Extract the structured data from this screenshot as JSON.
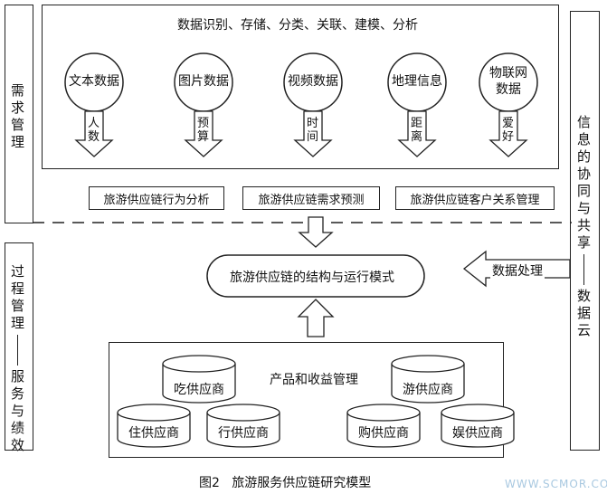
{
  "left_top_box": {
    "label": "需求管理"
  },
  "left_bottom_box": {
    "label_a": "过程管理",
    "label_b": "服务与绩效"
  },
  "right_box": {
    "label_a": "信息的协同与共享",
    "label_b": "数据云"
  },
  "top_section": {
    "title": "数据识别、存储、分类、关联、建模、分析",
    "circles": [
      {
        "label": "文本数据",
        "arrow_label": "人数"
      },
      {
        "label": "图片数据",
        "arrow_label": "预算"
      },
      {
        "label": "视频数据",
        "arrow_label": "时间"
      },
      {
        "label": "地理信息",
        "arrow_label": "距离"
      },
      {
        "label_a": "物联网",
        "label_b": "数据",
        "arrow_label": "爱好"
      }
    ]
  },
  "analysis_boxes": [
    "旅游供应链行为分析",
    "旅游供应链需求预测",
    "旅游供应链客户关系管理"
  ],
  "center_ellipse": "旅游供应链的结构与运行模式",
  "data_processing": "数据处理",
  "bottom_section": {
    "title": "产品和收益管理",
    "suppliers": [
      "吃供应商",
      "游供应商",
      "住供应商",
      "行供应商",
      "购供应商",
      "娱供应商"
    ]
  },
  "caption": "图2   旅游服务供应链研究模型",
  "watermark": "WWW.SCMOR.COM"
}
